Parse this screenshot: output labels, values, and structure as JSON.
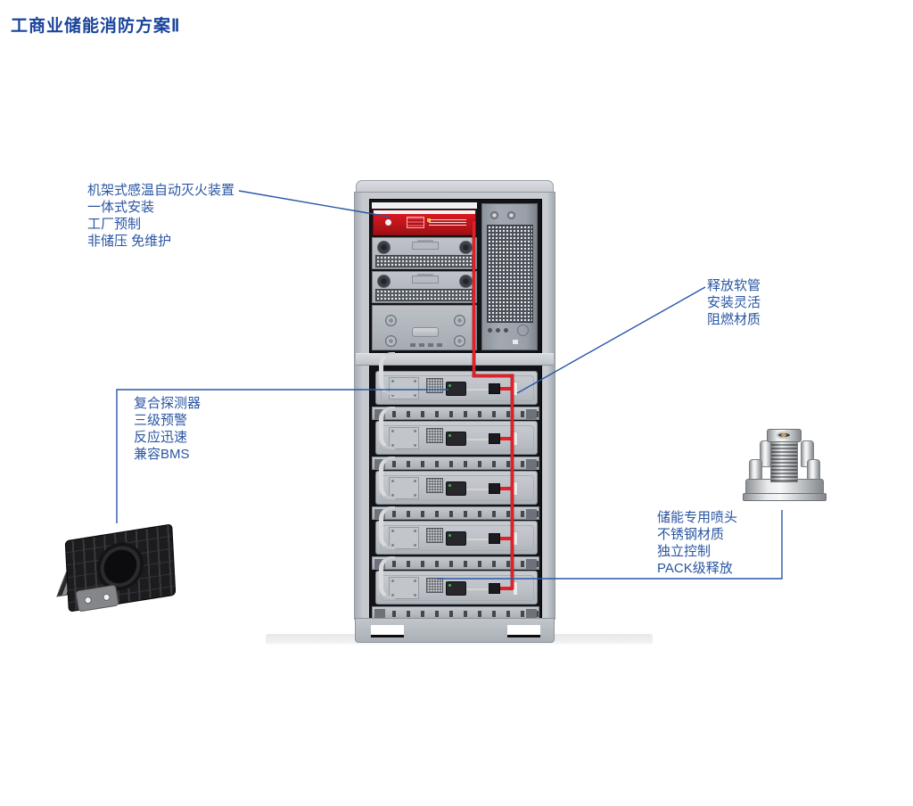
{
  "title": "工商业储能消防方案Ⅱ",
  "colors": {
    "title_blue": "#1a449c",
    "annotation_blue": "#2a55a2",
    "leader_line_blue": "#2a57a8",
    "extinguisher_red": "#c4151c",
    "pipe_red": "#e02128",
    "cabinet_gray": "#c9cdd2"
  },
  "annotations": {
    "extinguisher": {
      "lines": [
        "机架式感温自动灭火装置",
        "一体式安装",
        "工厂预制",
        "非储压 免维护"
      ]
    },
    "detector": {
      "lines": [
        "复合探测器",
        "三级预警",
        "反应迅速",
        "兼容BMS"
      ]
    },
    "hose": {
      "lines": [
        "释放软管",
        "安装灵活",
        "阻燃材质"
      ]
    },
    "nozzle": {
      "lines": [
        "储能专用喷头",
        "不锈钢材质",
        "独立控制",
        "PACK级释放"
      ]
    }
  },
  "cabinet": {
    "battery_pack_count": 5,
    "upper_modules": [
      "rack-extinguisher-module",
      "fan-module",
      "fan-module",
      "control-module",
      "vent-panel"
    ]
  },
  "images": {
    "detector_photo": "composite-detector-product-photo",
    "nozzle_photo": "stainless-nozzle-product-photo"
  }
}
